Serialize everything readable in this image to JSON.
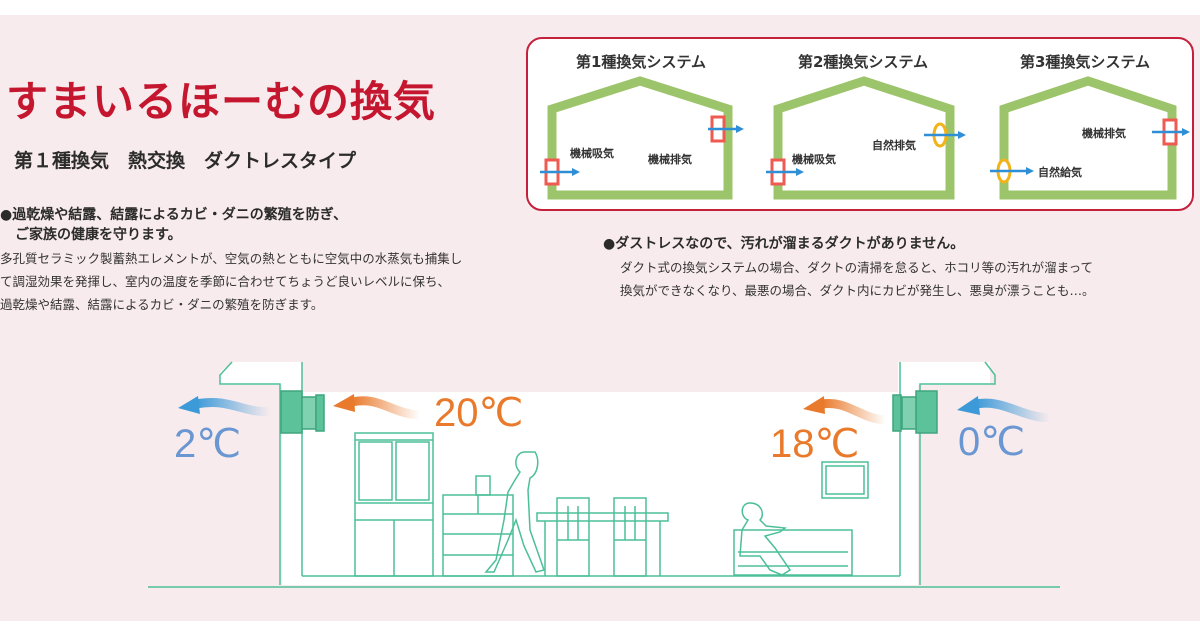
{
  "header": {
    "title": "すまいるほーむの換気",
    "subtitle": "第１種換気　熱交換　ダクトレスタイプ"
  },
  "benefits": [
    {
      "heading_line1": "●過乾燥や結露、結露によるカビ・ダニの繁殖を防ぎ、",
      "heading_line2": "ご家族の健康を守ります。",
      "body": [
        "多孔質セラミック製蓄熱エレメントが、空気の熱とともに空気中の水蒸気も捕集し",
        "て調湿効果を発揮し、室内の温度を季節に合わせてちょうど良いレベルに保ち、",
        "過乾燥や結露、結露によるカビ・ダニの繁殖を防ぎます。"
      ]
    },
    {
      "heading_line1": "●ダストレスなので、汚れが溜まるダクトがありません。",
      "body": [
        "ダクト式の換気システムの場合、ダクトの清掃を怠ると、ホコリ等の汚れが溜まって",
        "換気ができなくなり、最悪の場合、ダクト内にカビが発生し、悪臭が漂うことも…。"
      ]
    }
  ],
  "systems": [
    {
      "title": "第1種換気システム",
      "supply_label": "機械吸気",
      "exhaust_label": "機械排気",
      "supply_type": "mechanical",
      "exhaust_type": "mechanical"
    },
    {
      "title": "第2種換気システム",
      "supply_label": "機械吸気",
      "exhaust_label": "自然排気",
      "supply_type": "mechanical",
      "exhaust_type": "natural"
    },
    {
      "title": "第3種換気システム",
      "supply_label": "自然給気",
      "exhaust_label": "機械排気",
      "supply_type": "natural",
      "exhaust_type": "mechanical"
    }
  ],
  "diagram": {
    "left_outdoor_temp": "2℃",
    "left_indoor_temp": "20℃",
    "right_indoor_temp": "18℃",
    "right_outdoor_temp": "0℃"
  },
  "colors": {
    "brand_red": "#c4172f",
    "box_border": "#c4203c",
    "house_green": "#9cc46a",
    "mechanical_red": "#ef5a52",
    "natural_yellow": "#f2b318",
    "airflow_blue": "#2f8fd6",
    "warm_orange": "#e97a2c",
    "cold_blue": "#6a97d2",
    "line_green": "#4cbf98",
    "panel_pink": "#f8ebed"
  }
}
